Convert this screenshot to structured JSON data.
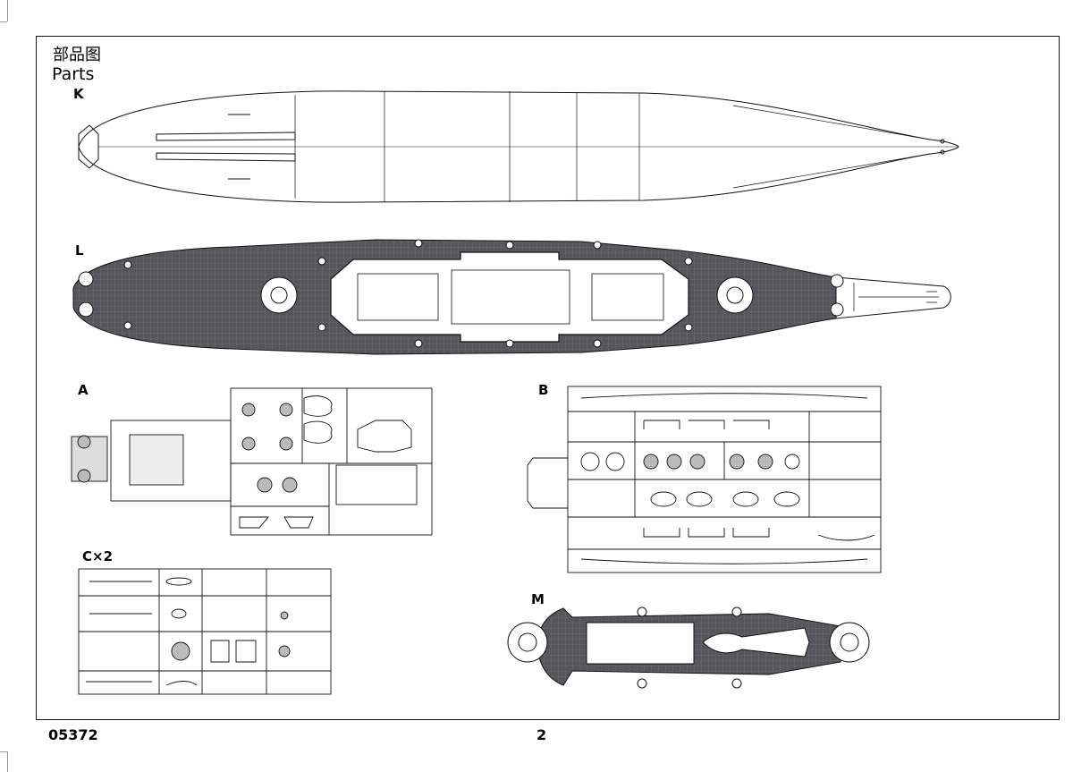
{
  "header": {
    "title_cn": "部品图",
    "title_en": "Parts"
  },
  "parts": {
    "k": "K",
    "l": "L",
    "a": "A",
    "b": "B",
    "c": "C×2",
    "m": "M"
  },
  "footer": {
    "product_code": "05372",
    "page_number": "2"
  },
  "colors": {
    "deck": "#55555a",
    "line": "#111111",
    "plank": "#7a7a80"
  }
}
